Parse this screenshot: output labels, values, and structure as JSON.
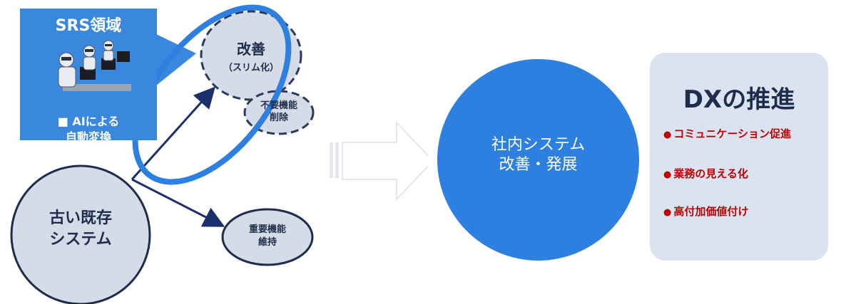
{
  "srs": {
    "title": "SRS領域",
    "caption_line1": "■ AIによる",
    "caption_line2": "自動変換"
  },
  "improve_bubble": {
    "line1": "改善",
    "line2": "（スリム化）"
  },
  "remove_bubble": {
    "line1": "不要機能",
    "line2": "削除"
  },
  "legacy": {
    "line1": "古い既存",
    "line2": "システム"
  },
  "maintain_bubble": {
    "line1": "重要機能",
    "line2": "維持"
  },
  "internal": {
    "line1": "社内システム",
    "line2": "改善・発展"
  },
  "dx": {
    "title": "DXの推進",
    "items": [
      {
        "bullet": "●",
        "label": "コミュニケーション促進"
      },
      {
        "bullet": "●",
        "label": "業務の見える化"
      },
      {
        "bullet": "●",
        "label": "高付加価値付け"
      }
    ]
  },
  "colors": {
    "accent_blue": "#3a87de",
    "navy": "#1f2d4d",
    "bubble_fill": "#d5dce8",
    "dx_red": "#c00000"
  }
}
